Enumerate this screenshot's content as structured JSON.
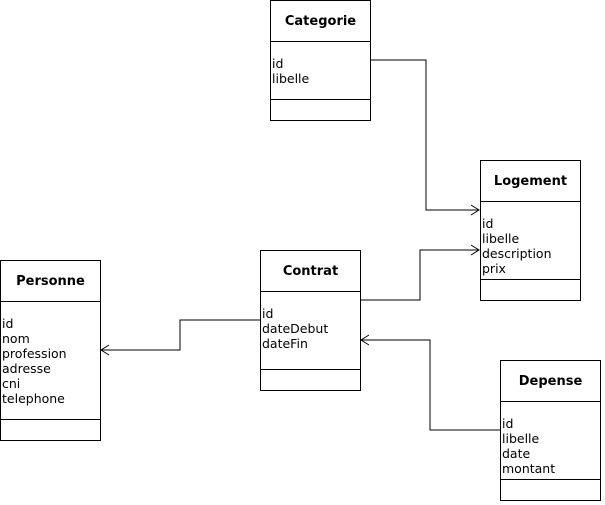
{
  "classes": {
    "categorie": {
      "name": "Categorie",
      "attributes": [
        "id",
        "libelle"
      ]
    },
    "logement": {
      "name": "Logement",
      "attributes": [
        "id",
        "libelle",
        "description",
        "prix"
      ]
    },
    "personne": {
      "name": "Personne",
      "attributes": [
        "id",
        "nom",
        "profession",
        "adresse",
        "cni",
        "telephone"
      ]
    },
    "contrat": {
      "name": "Contrat",
      "attributes": [
        "id",
        "dateDebut",
        "dateFin"
      ]
    },
    "depense": {
      "name": "Depense",
      "attributes": [
        "id",
        "libelle",
        "date",
        "montant"
      ]
    }
  },
  "associations": [
    {
      "from": "Categorie",
      "to": "Logement",
      "arrow": "open-arrow"
    },
    {
      "from": "Contrat",
      "to": "Logement",
      "arrow": "open-arrow"
    },
    {
      "from": "Contrat",
      "to": "Personne",
      "arrow": "open-arrow"
    },
    {
      "from": "Depense",
      "to": "Contrat",
      "arrow": "open-arrow"
    }
  ]
}
